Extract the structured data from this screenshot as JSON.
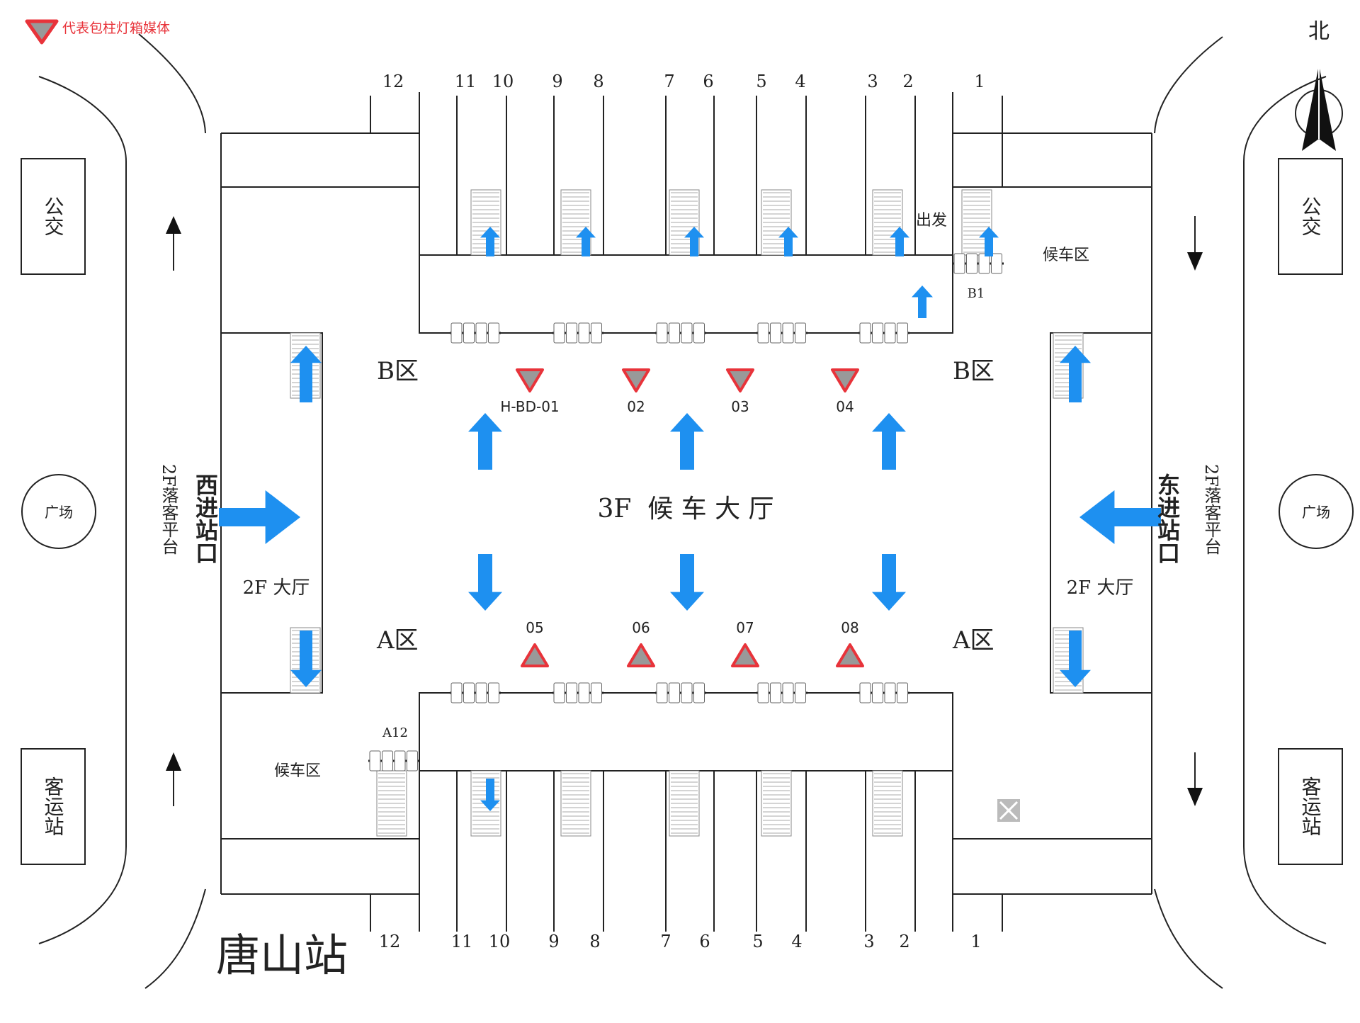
{
  "legend": {
    "label": "代表包柱灯箱媒体",
    "symbol_color": "#e8333a"
  },
  "station_name": "唐山站",
  "north": "北",
  "hall_title": "3F  候 车 大 厅",
  "zones": {
    "b_left": "B区",
    "b_right": "B区",
    "a_left": "A区",
    "a_right": "A区"
  },
  "waiting_area": "候车区",
  "departure": "出发",
  "west_entrance": "西进站口",
  "east_entrance": "东进站口",
  "platform_2f": "2F落客平台",
  "hall_2f": "2F 大厅",
  "bus": "公交",
  "plaza": "广场",
  "coach": "客运站",
  "labels": {
    "b1": "B1",
    "a12": "A12"
  },
  "gates_top": [
    "12",
    "11",
    "10",
    "9",
    "8",
    "7",
    "6",
    "5",
    "4",
    "3",
    "2",
    "1"
  ],
  "gates_bottom": [
    "12",
    "11",
    "10",
    "9",
    "8",
    "7",
    "6",
    "5",
    "4",
    "3",
    "2",
    "1"
  ],
  "media_top": [
    "H-BD-01",
    "02",
    "03",
    "04"
  ],
  "media_bottom": [
    "05",
    "06",
    "07",
    "08"
  ],
  "colors": {
    "arrow": "#1e90f0",
    "media_fill": "#999999",
    "media_border": "#e8333a",
    "line": "#222222"
  }
}
